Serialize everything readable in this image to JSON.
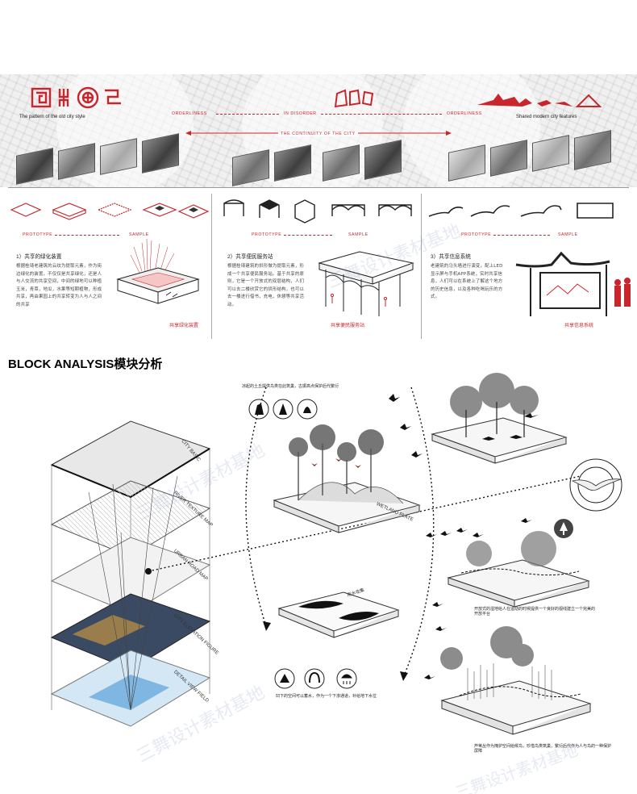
{
  "top": {
    "left_caption": "The pattern of the old city style",
    "right_caption": "Shared modern city features",
    "orderliness_left": "ORDERLINESS",
    "in_disorder": "IN DISORDER",
    "orderliness_right": "ORDERLINESS",
    "continuity": "THE CONTINUITY OF THE CITY"
  },
  "columns": [
    {
      "prototype": "PROTOTYPE",
      "sample": "SAMPLE",
      "title": "1）共享的绿化装置",
      "body": "根据桂琦老建筑的云纹为提取元素，作为街边绿化的装置，不仅仅是共享绿化，还是人与人交流的共享空间，中间的绿地可以种植玉米，青菜，地瓜，水果等短期植物，形成共享，再由果园上的共享转变为人与人之间的共享",
      "caption": "共享绿化装置"
    },
    {
      "prototype": "PROTOTYPE",
      "sample": "SAMPLE",
      "title": "2）共享便民服务站",
      "body": "根据桂琦建筑的拱形做为提取元素，形成一个共享便民服务站。基于共享的原则，它是一个开放式的双层结构，人们可以去二楼欣赏它的拱形结构，也可以去一楼进行借书，充电，休憩等共享活动。",
      "caption": "共享便民服务站"
    },
    {
      "prototype": "PROTOTYPE",
      "sample": "SAMPLE",
      "title": "3）共享信息系统",
      "body": "老建筑的马头墙进行演变，配上LED显示屏与手机APP系统，实时共享信息，人们可以在系统上了解这个地方的历史信息，以及各种吃喝玩乐的方式。",
      "caption": "共享信息系统"
    }
  ],
  "block": {
    "heading": "BLOCK ANALYSIS模块分析",
    "layers": [
      "CITY BASIC",
      "RIVER TEXTURE MAP",
      "URBAN ROAD MAP",
      "CITY ELEVATION FIGURE",
      "DETAIL VIEW FIELD"
    ],
    "notes": {
      "top_center": "凉起的土丘提供鸟类在此筑巢，古振高点保护后代繁衍",
      "wetland_plate": "WETLAND PLATE",
      "water_collect": "雨水收集",
      "right_middle": "开放式的湿地给人在运动的时候提供一个良好的视线建立一个完美的开放平台",
      "bottom_center": "凹下的空间可以蓄水，作为一个下渗通道，补给地下水位",
      "bottom_right": "芦苇丛作为掩护空间给候鸟，珍惜鸟类筑巢，繁衍后代作为人与鸟的一种保护屏障"
    }
  },
  "watermarks": [
    "三舞设计素材基地",
    "三舞设计素材基地",
    "三舞设计素材基地",
    "三舞设计素材基地"
  ],
  "colors": {
    "accent": "#c8262c",
    "ink": "#222222"
  }
}
